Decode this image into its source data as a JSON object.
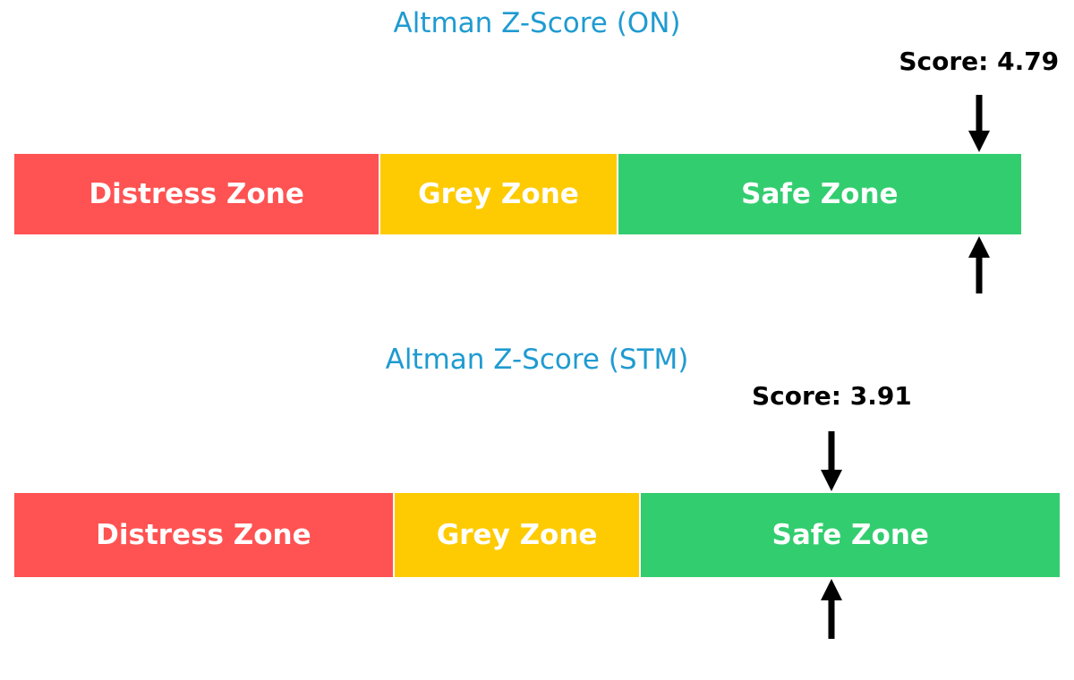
{
  "chart_data": [
    {
      "type": "bar",
      "title": "Altman Z-Score (ON)",
      "zones": [
        {
          "label": "Distress Zone",
          "from": 0,
          "to": 1.81,
          "color": "#ff5252"
        },
        {
          "label": "Grey Zone",
          "from": 1.81,
          "to": 2.99,
          "color": "#fecb02"
        },
        {
          "label": "Safe Zone",
          "from": 2.99,
          "to": 5.0,
          "color": "#32cd6f"
        }
      ],
      "score": 4.79,
      "score_label": "Score: 4.79"
    },
    {
      "type": "bar",
      "title": "Altman Z-Score (STM)",
      "zones": [
        {
          "label": "Distress Zone",
          "from": 0,
          "to": 1.81,
          "color": "#ff5252"
        },
        {
          "label": "Grey Zone",
          "from": 1.81,
          "to": 2.99,
          "color": "#fecb02"
        },
        {
          "label": "Safe Zone",
          "from": 2.99,
          "to": 5.0,
          "color": "#32cd6f"
        }
      ],
      "score": 3.91,
      "score_label": "Score: 3.91"
    }
  ]
}
